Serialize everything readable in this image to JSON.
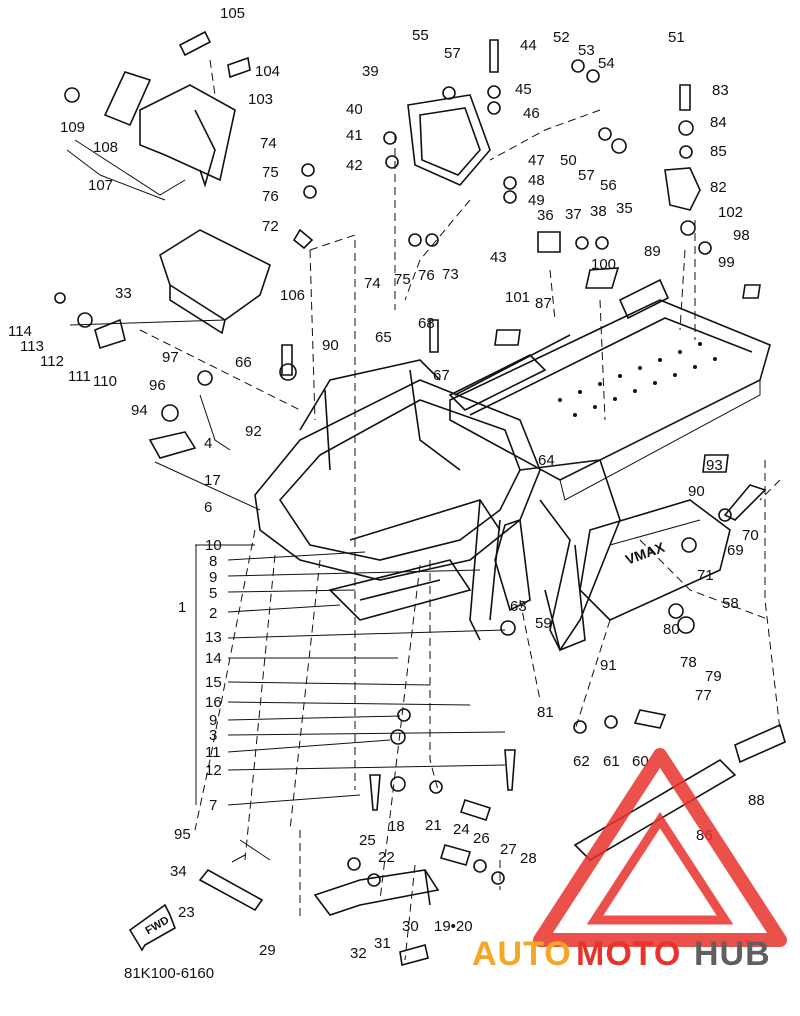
{
  "diagram": {
    "drawing_code": "81K100-6160",
    "fwd_label": "FWD",
    "vmax_label": "VMAX",
    "part_numbers": {
      "p1": "1",
      "p2": "2",
      "p3": "3",
      "p4": "4",
      "p5": "5",
      "p6": "6",
      "p7": "7",
      "p8": "8",
      "p9": "9",
      "p10": "10",
      "p11": "11",
      "p12": "12",
      "p13": "13",
      "p14": "14",
      "p15": "15",
      "p16": "16",
      "p17": "17",
      "p18": "18",
      "p19_20": "19•20",
      "p21": "21",
      "p22": "22",
      "p23": "23",
      "p24": "24",
      "p25": "25",
      "p26": "26",
      "p27": "27",
      "p28": "28",
      "p29": "29",
      "p30": "30",
      "p31": "31",
      "p32": "32",
      "p33": "33",
      "p34": "34",
      "p35": "35",
      "p36": "36",
      "p37": "37",
      "p38": "38",
      "p39": "39",
      "p40": "40",
      "p41": "41",
      "p42": "42",
      "p43": "43",
      "p44": "44",
      "p45": "45",
      "p46": "46",
      "p47": "47",
      "p48": "48",
      "p49": "49",
      "p50": "50",
      "p51": "51",
      "p52": "52",
      "p53": "53",
      "p54": "54",
      "p55": "55",
      "p56": "56",
      "p57": "57",
      "p58": "58",
      "p59": "59",
      "p60": "60",
      "p61": "61",
      "p62": "62",
      "p63": "63",
      "p64": "64",
      "p65": "65",
      "p66": "66",
      "p67": "67",
      "p68": "68",
      "p69": "69",
      "p70": "70",
      "p71": "71",
      "p72": "72",
      "p73": "73",
      "p74": "74",
      "p75": "75",
      "p76": "76",
      "p77": "77",
      "p78": "78",
      "p79": "79",
      "p80": "80",
      "p81": "81",
      "p82": "82",
      "p83": "83",
      "p84": "84",
      "p85": "85",
      "p86": "86",
      "p87": "87",
      "p88": "88",
      "p89": "89",
      "p90": "90",
      "p91": "91",
      "p92": "92",
      "p93": "93",
      "p94": "94",
      "p95": "95",
      "p96": "96",
      "p97": "97",
      "p98": "98",
      "p99": "99",
      "p100": "100",
      "p101": "101",
      "p102": "102",
      "p103": "103",
      "p104": "104",
      "p105": "105",
      "p106": "106",
      "p107": "107",
      "p108": "108",
      "p109": "109",
      "p110": "110",
      "p111": "111",
      "p112": "112",
      "p113": "113",
      "p114": "114"
    }
  },
  "watermark": {
    "text_auto": "AUTO",
    "text_moto": "MOTO",
    "text_hub": "HUB",
    "colors": {
      "orange": "#f5a623",
      "red": "#e8322c",
      "gray": "#5f5f5f"
    }
  }
}
